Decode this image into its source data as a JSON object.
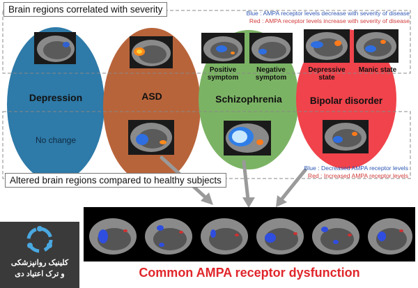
{
  "top_box": {
    "title": "Brain regions correlated with severity"
  },
  "top_legend": {
    "blue": "Blue : AMPA receptor levels decrease with severity of disease",
    "red": "Red : AMPA receptor levels increase with severity of disease"
  },
  "disorders": [
    {
      "name": "Depression",
      "color": "#2e7aa8",
      "note": "No change"
    },
    {
      "name": "ASD",
      "color": "#b8643a"
    },
    {
      "name": "Schizophrenia",
      "color": "#7bb364",
      "sub_left": "Positive symptom",
      "sub_right": "Negative symptom"
    },
    {
      "name": "Bipolar disorder",
      "color": "#f0434b",
      "sub_left": "Depressive state",
      "sub_right": "Manic state"
    }
  ],
  "bottom_box": {
    "title": "Altered brain regions compared to healthy subjects"
  },
  "bottom_legend": {
    "blue": "Blue : Decreased AMPA receptor levels",
    "red": "Red : Increased AMPA receptor levels"
  },
  "main_title": "Common AMPA receptor dysfunction",
  "logo": {
    "line1": "کلینیک روانپزشکی",
    "line2": "و ترک اعتیاد دی"
  }
}
